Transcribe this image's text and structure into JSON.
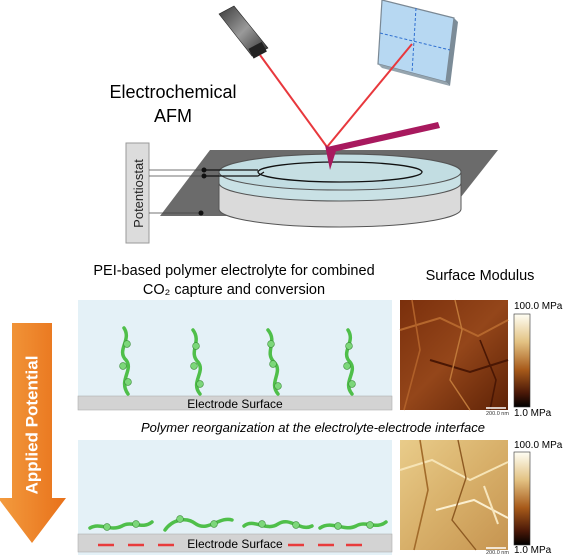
{
  "title": "Electrochemical AFM",
  "potentiostat_label": "Potentiostat",
  "panel_heading": "PEI-based polymer electrolyte for combined CO₂ capture and conversion",
  "surface_modulus_label": "Surface Modulus",
  "electrode_label_top": "Electrode Surface",
  "electrode_label_bottom": "Electrode Surface",
  "reorganization_text": "Polymer reorganization at the electrolyte-electrode interface",
  "applied_potential_label": "Applied Potential",
  "colorbar_top": {
    "max_label": "100.0 MPa",
    "min_label": "1.0 MPa"
  },
  "colorbar_bottom": {
    "max_label": "100.0 MPa",
    "min_label": "1.0 MPa"
  },
  "afm_scale_label_top": "200.0 nm",
  "afm_scale_label_bottom": "200.0 nm",
  "colors": {
    "laser": "#e8383d",
    "cantilever": "#a8195e",
    "polymer": "#4fbf4a",
    "panel_bg": "#e4f1f7",
    "electrode": "#d3d3d3",
    "arrow": "#f07f22",
    "negative_charge": "#e83b3b"
  }
}
